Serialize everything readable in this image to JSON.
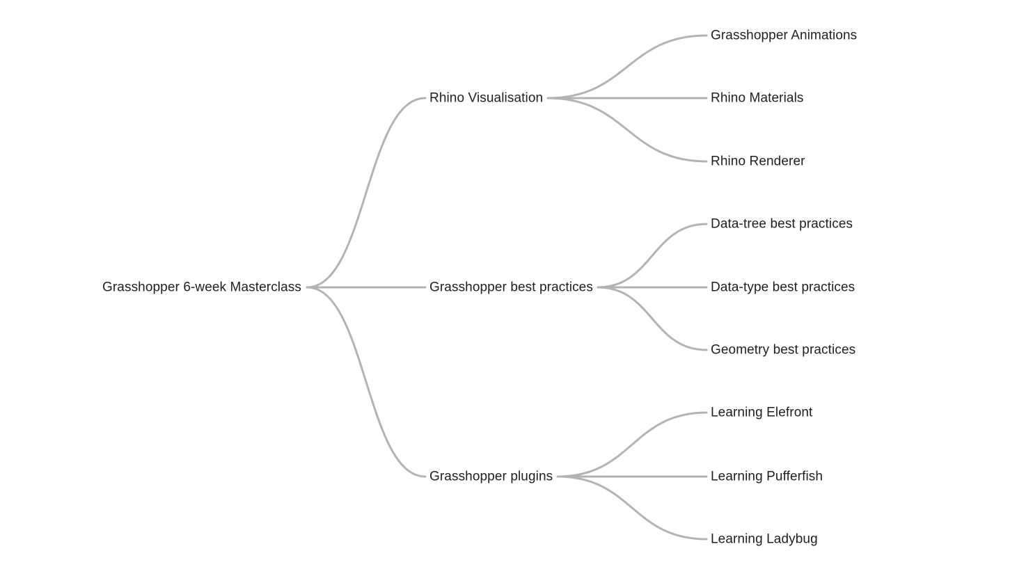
{
  "mindmap": {
    "root": {
      "label": "Grasshopper 6-week Masterclass"
    },
    "branches": [
      {
        "label": "Rhino Visualisation",
        "children": [
          {
            "label": "Grasshopper Animations"
          },
          {
            "label": "Rhino Materials"
          },
          {
            "label": "Rhino Renderer"
          }
        ]
      },
      {
        "label": "Grasshopper best practices",
        "children": [
          {
            "label": "Data-tree best practices"
          },
          {
            "label": "Data-type best practices"
          },
          {
            "label": "Geometry best practices"
          }
        ]
      },
      {
        "label": "Grasshopper plugins",
        "children": [
          {
            "label": "Learning Elefront"
          },
          {
            "label": "Learning Pufferfish"
          },
          {
            "label": "Learning Ladybug"
          }
        ]
      }
    ],
    "colors": {
      "line": "#b3b3b3",
      "text": "#1f1f1f",
      "background": "#ffffff"
    }
  }
}
